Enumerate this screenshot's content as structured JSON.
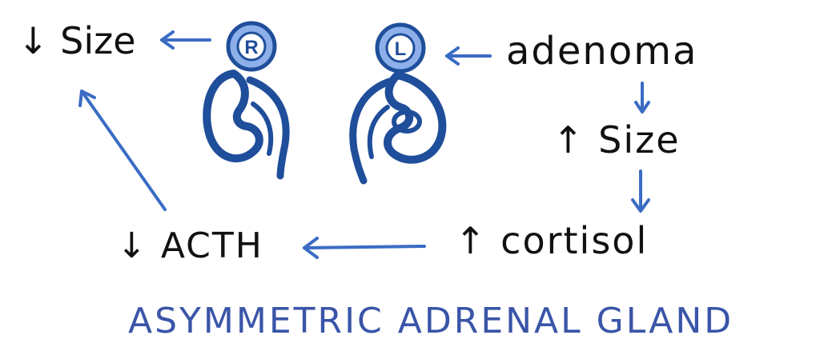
{
  "colors": {
    "ink": "#111111",
    "blue_dark": "#1f4e9a",
    "blue_mid": "#3a6cc4",
    "blue_light": "#8db0ea",
    "caption": "#3a55a8"
  },
  "labels": {
    "size_left": "↓ Size",
    "adenoma": "adenoma",
    "size_right": "↑ Size",
    "cortisol": "↑ cortisol",
    "acth": "↓ ACTH",
    "caption": "ASYMMETRIC ADRENAL GLAND"
  },
  "badges": {
    "right": "R",
    "left": "L"
  },
  "icons": {
    "right_kidney": "kidney-icon",
    "left_kidney": "kidney-icon",
    "arrows": "hand-drawn-arrow"
  }
}
